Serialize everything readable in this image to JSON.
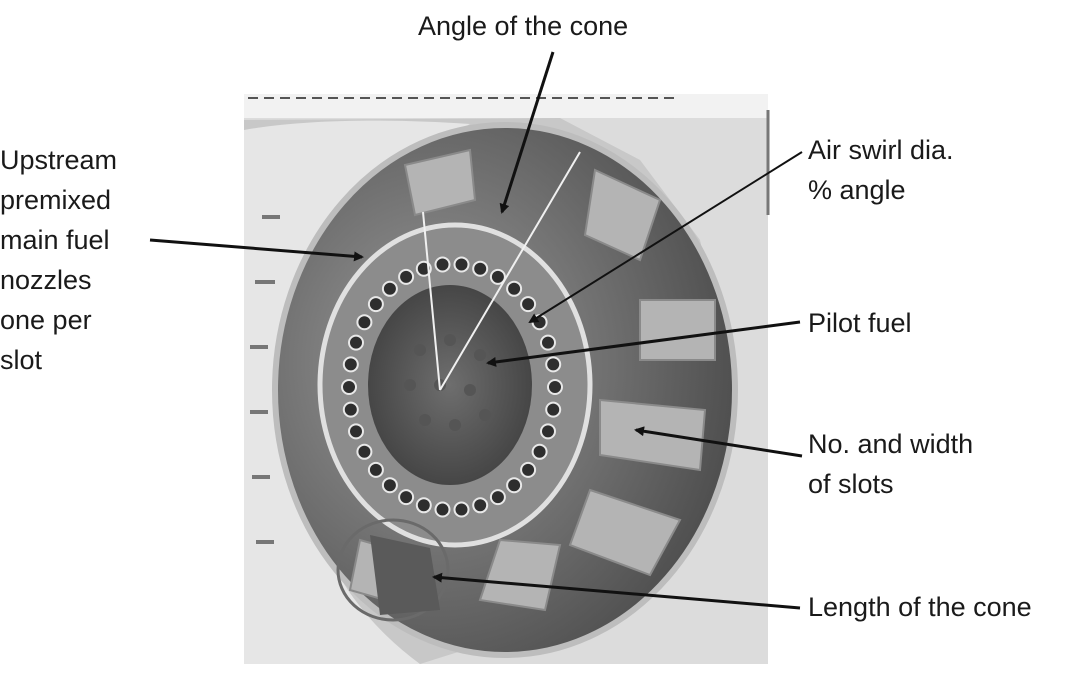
{
  "labels": {
    "angle_of_cone": "Angle of the cone",
    "upstream_nozzles": [
      "Upstream",
      "premixed",
      "main fuel",
      "nozzles",
      "one per",
      "slot"
    ],
    "air_swirl": [
      "Air swirl dia.",
      "% angle"
    ],
    "pilot_fuel": "Pilot fuel",
    "slots": [
      "No. and width",
      "of slots"
    ],
    "length_of_cone": "Length of the cone"
  },
  "colors": {
    "text": "#1a1a1a",
    "arrow": "#111111",
    "photo_background": "#d8d8d8"
  }
}
